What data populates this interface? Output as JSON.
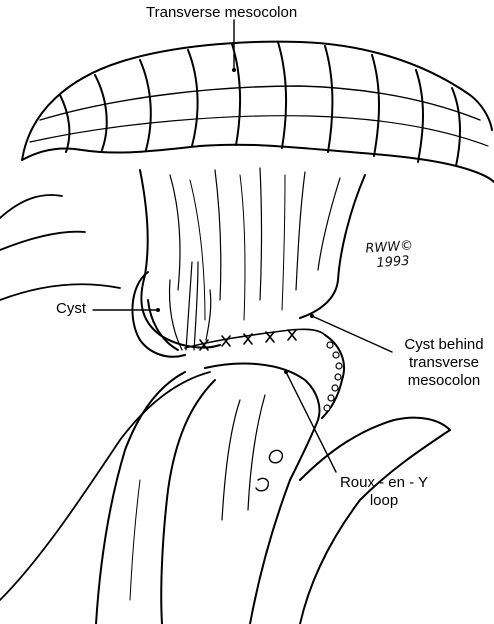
{
  "labels": {
    "transverse_mesocolon": "Transverse mesocolon",
    "cyst": "Cyst",
    "cyst_behind_line1": "Cyst behind",
    "cyst_behind_line2": "transverse",
    "cyst_behind_line3": "mesocolon",
    "roux_line1": "Roux - en - Y",
    "roux_line2": "loop"
  },
  "signature": {
    "initials": "RWW©",
    "year": "1993"
  },
  "colors": {
    "ink": "#000000",
    "background": "#ffffff"
  }
}
